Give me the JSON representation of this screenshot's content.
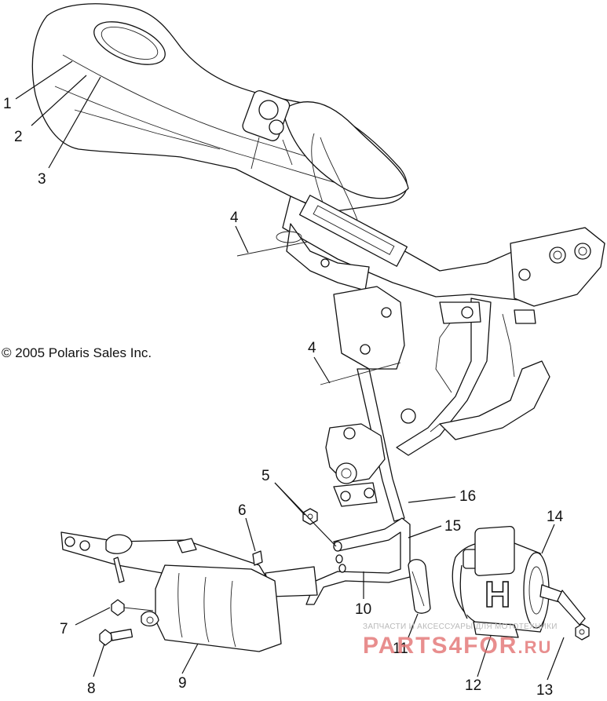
{
  "copyright": "© 2005 Polaris Sales Inc.",
  "watermark": {
    "tagline": "ЗАПЧАСТИ И АКСЕССУАРЫ ДЛЯ МОТОТЕХНИКИ",
    "brand": "PARTS4FOR",
    "suffix": ".RU",
    "color": "#e06e6e"
  },
  "callouts": [
    "1",
    "2",
    "3",
    "4",
    "4",
    "5",
    "6",
    "7",
    "8",
    "9",
    "10",
    "11",
    "12",
    "13",
    "14",
    "15",
    "16"
  ],
  "badge_letter": "H"
}
